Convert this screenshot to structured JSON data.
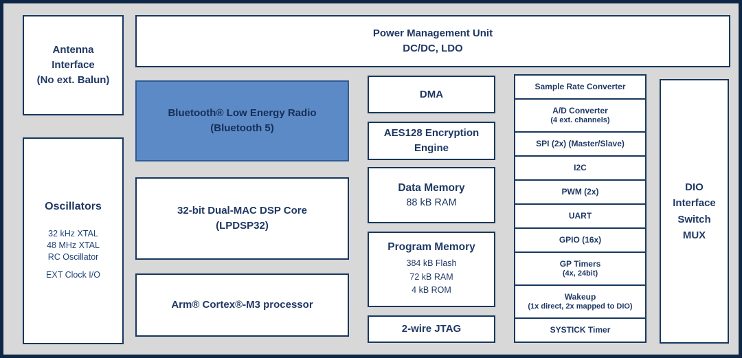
{
  "blocks": {
    "power_management": "Power Management Unit\nDC/DC, LDO",
    "antenna": "Antenna\nInterface\n(No ext. Balun)",
    "oscillators": {
      "title": "Oscillators",
      "xtals": "32 kHz XTAL\n48 MHz XTAL\nRC Oscillator",
      "ext_clock": "EXT Clock I/O"
    },
    "ble_radio": "Bluetooth® Low Energy Radio\n(Bluetooth 5)",
    "dsp_core": "32-bit Dual-MAC DSP Core\n(LPDSP32)",
    "cortex": "Arm® Cortex®-M3 processor",
    "dma": "DMA",
    "aes": "AES128 Encryption\nEngine",
    "data_memory": {
      "title": "Data Memory",
      "detail": "88 kB RAM"
    },
    "program_memory": {
      "title": "Program Memory",
      "detail": "384 kB Flash\n72 kB RAM\n4 kB ROM"
    },
    "jtag": "2-wire JTAG",
    "dio": "DIO\nInterface\nSwitch\nMUX"
  },
  "peripherals": [
    {
      "label": "Sample Rate Converter",
      "sub": ""
    },
    {
      "label": "A/D Converter",
      "sub": "(4 ext. channels)"
    },
    {
      "label": "SPI (2x) (Master/Slave)",
      "sub": ""
    },
    {
      "label": "I2C",
      "sub": ""
    },
    {
      "label": "PWM (2x)",
      "sub": ""
    },
    {
      "label": "UART",
      "sub": ""
    },
    {
      "label": "GPIO (16x)",
      "sub": ""
    },
    {
      "label": "GP Timers",
      "sub": "(4x, 24bit)"
    },
    {
      "label": "Wakeup",
      "sub": "(1x direct, 2x mapped to DIO)"
    },
    {
      "label": "SYSTICK Timer",
      "sub": ""
    }
  ],
  "colors": {
    "background": "#d8d8d8",
    "box_fill": "#ffffff",
    "box_border": "#17375e",
    "outer_border": "#0e2747",
    "text": "#1f3864",
    "ble_fill": "#5c8ac6",
    "ble_border": "#2f5b94"
  }
}
